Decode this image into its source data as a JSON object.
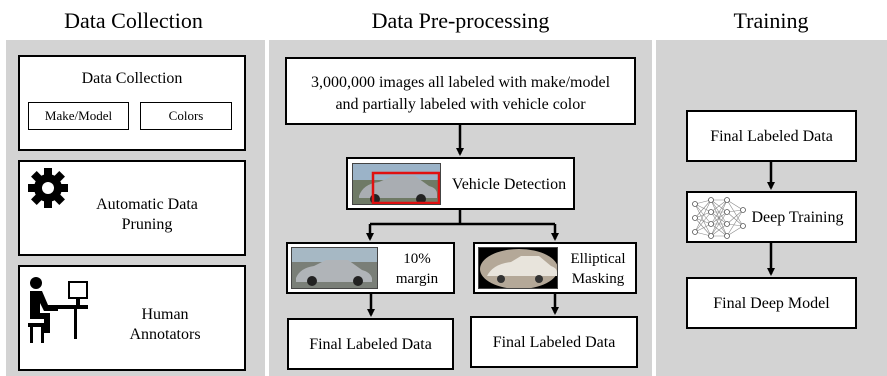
{
  "headings": {
    "collection": "Data Collection",
    "preprocessing": "Data Pre-processing",
    "training": "Training"
  },
  "collection": {
    "box_title": "Data Collection",
    "make_model": "Make/Model",
    "colors": "Colors",
    "pruning": "Automatic Data Pruning",
    "human": "Human Annotators"
  },
  "preprocessing": {
    "source_line1": "3,000,000 images all labeled with make/model",
    "source_line2": "and partially labeled with vehicle color",
    "detection": "Vehicle Detection",
    "margin_line1": "10%",
    "margin_line2": "margin",
    "mask_line1": "Elliptical",
    "mask_line2": "Masking",
    "final_left": "Final Labeled Data",
    "final_right": "Final Labeled Data"
  },
  "training": {
    "final_data": "Final Labeled Data",
    "deep_training": "Deep Training",
    "final_model": "Final Deep Model"
  },
  "icons": [
    "gear-icon",
    "human-annotator-icon",
    "car-photo-thumbnail",
    "neural-network-icon"
  ],
  "colors": {
    "panel": "#d3d3d3",
    "detection_box": "#e01010"
  }
}
